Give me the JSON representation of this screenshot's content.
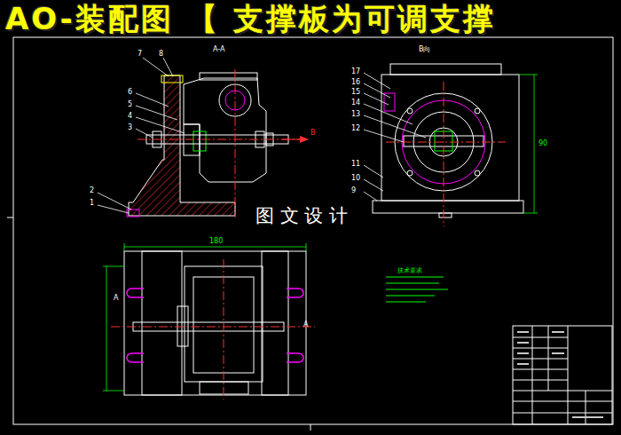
{
  "diagram": {
    "title": "AO-装配图 【 支撑板为可调支撑",
    "labels": [
      "A-A",
      "B向",
      "7",
      "8",
      "6",
      "5",
      "4",
      "3",
      "2",
      "1",
      "B",
      "17",
      "16",
      "15",
      "14",
      "13",
      "12",
      "11",
      "10",
      "9",
      "图 文 设 计",
      "180",
      "A",
      "A",
      "技术要求",
      "90"
    ]
  }
}
